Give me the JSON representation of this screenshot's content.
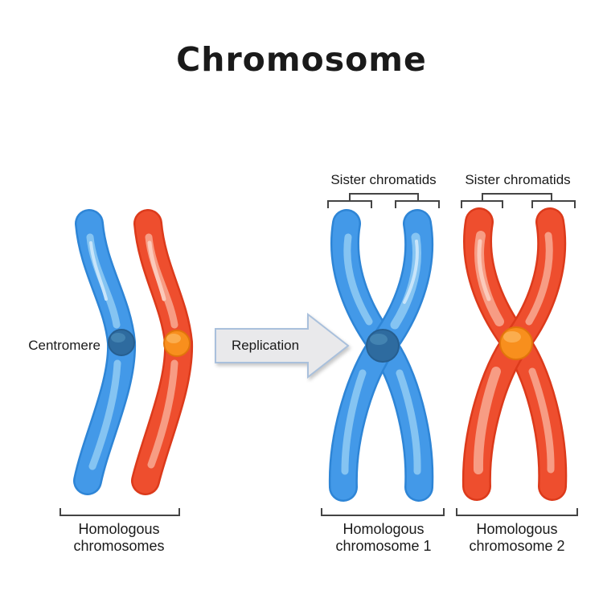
{
  "title": "Chromosome",
  "labels": {
    "centromere": "Centromere",
    "replication": "Replication",
    "sister_chromatids_blue": "Sister chromatids",
    "sister_chromatids_red": "Sister chromatids",
    "homologous_pair": "Homologous chromosomes",
    "homologous_1": "Homologous chromosome 1",
    "homologous_2": "Homologous chromosome 2"
  },
  "colors": {
    "background": "#FFFFFF",
    "text": "#1A1A1A",
    "bracket": "#444444",
    "blue_main": "#4399E8",
    "blue_outline": "#2E85D6",
    "blue_highlight": "#85C4F2",
    "blue_highlight_bright": "#C8E5FA",
    "blue_centromere": "#2E6B9F",
    "blue_centromere_edge": "#265E8F",
    "blue_centromere_highlight": "#4383B1",
    "red_main": "#EE4E2E",
    "red_outline": "#DC3A1B",
    "red_highlight": "#F79C84",
    "red_highlight_bright": "#FBCABB",
    "orange_centromere": "#F88F1D",
    "orange_centromere_edge": "#E1750B",
    "orange_centromere_highlight": "#FBAD4E",
    "arrow_fill": "#E9E9EB",
    "arrow_border": "#A9C0DC"
  }
}
